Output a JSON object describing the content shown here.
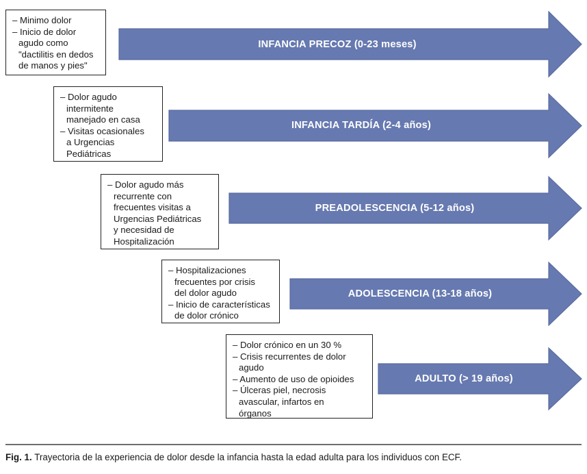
{
  "figure": {
    "caption_label": "Fig. 1.",
    "caption_text": "Trayectoria de la experiencia de dolor desde la infancia hasta la edad adulta para los individuos con ECF.",
    "arrow_color": "#6679b0",
    "arrow_border_color": "#5a6ba0",
    "box_border_color": "#231f20",
    "label_text_color": "#ffffff",
    "rule_color": "#6d6e71"
  },
  "stages": [
    {
      "id": "infancia-precoz",
      "arrow_label": "INFANCIA PRECOZ (0-23 meses)",
      "stage_name": "INFANCIA PRECOZ",
      "age_range": "(0-23 meses)",
      "notes": [
        {
          "bullet": "–",
          "lines": [
            "Minimo dolor"
          ]
        },
        {
          "bullet": "–",
          "lines": [
            "Inicio de dolor",
            "agudo como",
            "\"dactilitis en dedos",
            "de manos y pies\""
          ]
        }
      ]
    },
    {
      "id": "infancia-tardia",
      "arrow_label": "INFANCIA TARDÍA (2-4 años)",
      "stage_name": "INFANCIA TARDÍA",
      "age_range": "(2-4 años)",
      "notes": [
        {
          "bullet": "–",
          "lines": [
            "Dolor agudo",
            "intermitente",
            "manejado en casa"
          ]
        },
        {
          "bullet": "–",
          "lines": [
            "Visitas ocasionales",
            "a Urgencias",
            "Pediátricas"
          ]
        }
      ]
    },
    {
      "id": "preadolescencia",
      "arrow_label": "PREADOLESCENCIA (5-12 años)",
      "stage_name": "PREADOLESCENCIA",
      "age_range": "(5-12 años)",
      "notes": [
        {
          "bullet": "–",
          "lines": [
            "Dolor agudo más",
            "recurrente con",
            "frecuentes visitas a",
            "Urgencias Pediátricas",
            "y necesidad de",
            "Hospitalización"
          ]
        }
      ]
    },
    {
      "id": "adolescencia",
      "arrow_label": "ADOLESCENCIA (13-18 años)",
      "stage_name": "ADOLESCENCIA",
      "age_range": "(13-18 años)",
      "notes": [
        {
          "bullet": "–",
          "lines": [
            "Hospitalizaciones",
            "frecuentes por crisis",
            "del dolor agudo"
          ]
        },
        {
          "bullet": "–",
          "lines": [
            "Inicio de características",
            "de dolor crónico"
          ]
        }
      ]
    },
    {
      "id": "adulto",
      "arrow_label": "ADULTO (> 19 años)",
      "stage_name": "ADULTO",
      "age_range": "(> 19 años)",
      "notes": [
        {
          "bullet": "–",
          "lines": [
            "Dolor crónico en un 30 %"
          ]
        },
        {
          "bullet": "–",
          "lines": [
            "Crisis recurrentes de dolor",
            "agudo"
          ]
        },
        {
          "bullet": "–",
          "lines": [
            "Aumento de uso de opioides"
          ]
        },
        {
          "bullet": "–",
          "lines": [
            "Úlceras piel, necrosis",
            "avascular, infartos en",
            "órganos"
          ]
        }
      ]
    }
  ]
}
